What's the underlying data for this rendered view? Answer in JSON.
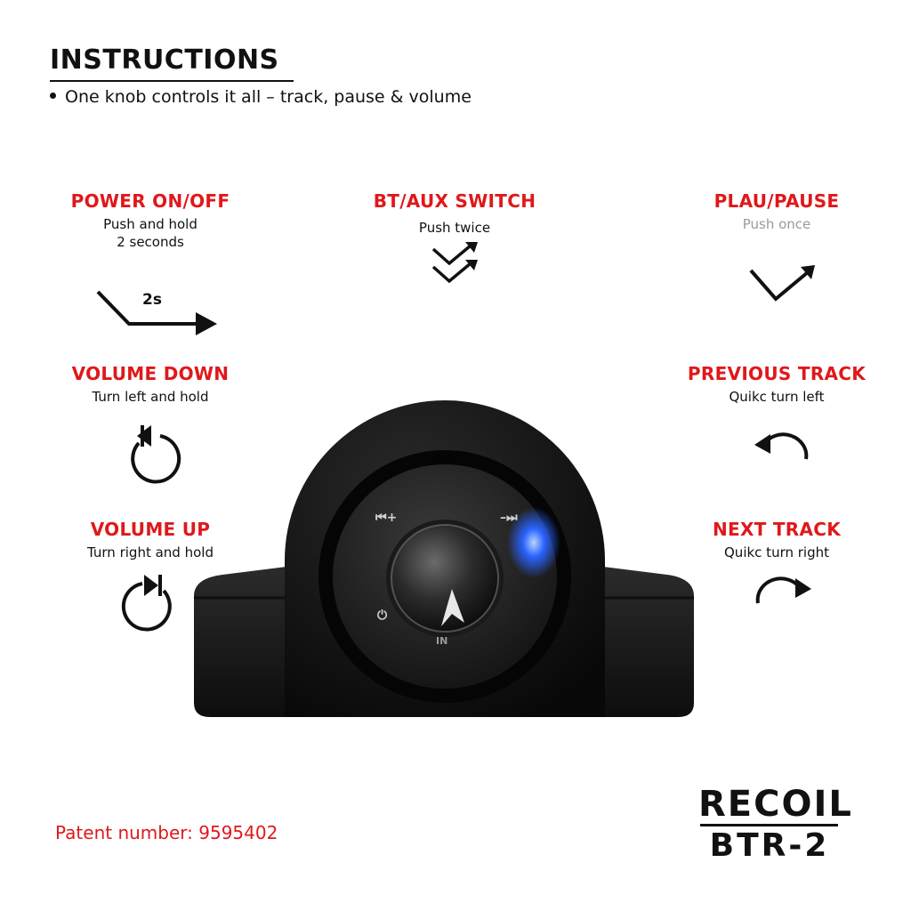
{
  "header": {
    "title": "INSTRUCTIONS",
    "bullet": "One knob controls it all – track, pause & volume"
  },
  "controls": {
    "power": {
      "title": "POWER ON/OFF",
      "desc_line1": "Push and hold",
      "desc_line2": "2 seconds",
      "icon_label": "2s"
    },
    "bt_aux": {
      "title": "BT/AUX SWITCH",
      "desc": "Push twice"
    },
    "play_pause": {
      "title": "PLAU/PAUSE",
      "desc": "Push once"
    },
    "volume_down": {
      "title": "VOLUME DOWN",
      "desc": "Turn left and hold"
    },
    "previous_track": {
      "title": "PREVIOUS TRACK",
      "desc": "Quikc turn left"
    },
    "volume_up": {
      "title": "VOLUME UP",
      "desc": "Turn right and hold"
    },
    "next_track": {
      "title": "NEXT TRACK",
      "desc": "Quikc turn right"
    }
  },
  "device": {
    "knob_label_in": "IN"
  },
  "footer": {
    "patent": "Patent number: 9595402",
    "brand": "RECOIL",
    "model": "BTR-2"
  },
  "colors": {
    "accent": "#e0181b",
    "text": "#111111",
    "muted": "#9a9a9a",
    "led": "#2a63ff"
  },
  "icons": {
    "power": "push-hold-arrow-icon",
    "bt_aux": "double-chevron-arrow-icon",
    "play_pause": "check-arrow-icon",
    "volume_down": "rotate-left-stop-icon",
    "previous_track": "curved-arrow-left-icon",
    "volume_up": "rotate-right-stop-icon",
    "next_track": "curved-arrow-right-icon"
  }
}
